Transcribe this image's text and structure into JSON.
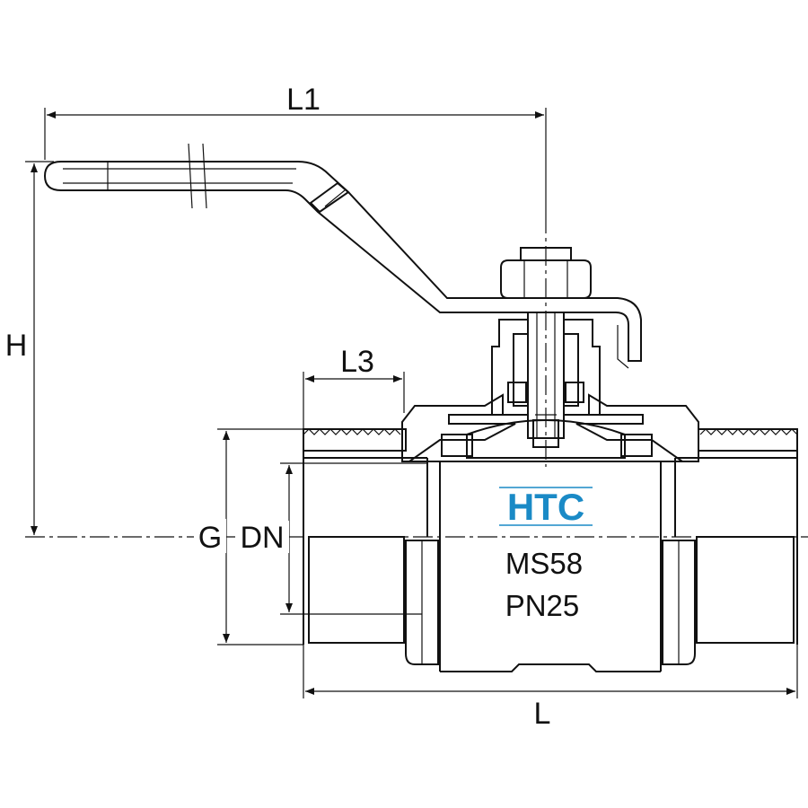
{
  "dimensions": {
    "l1": "L1",
    "h": "H",
    "l3": "L3",
    "g": "G",
    "dn": "DN",
    "l": "L"
  },
  "markings": {
    "brand": "HTC",
    "material": "MS58",
    "pressure": "PN25"
  },
  "colors": {
    "brand": "#1a8ac6",
    "line": "#111111"
  }
}
